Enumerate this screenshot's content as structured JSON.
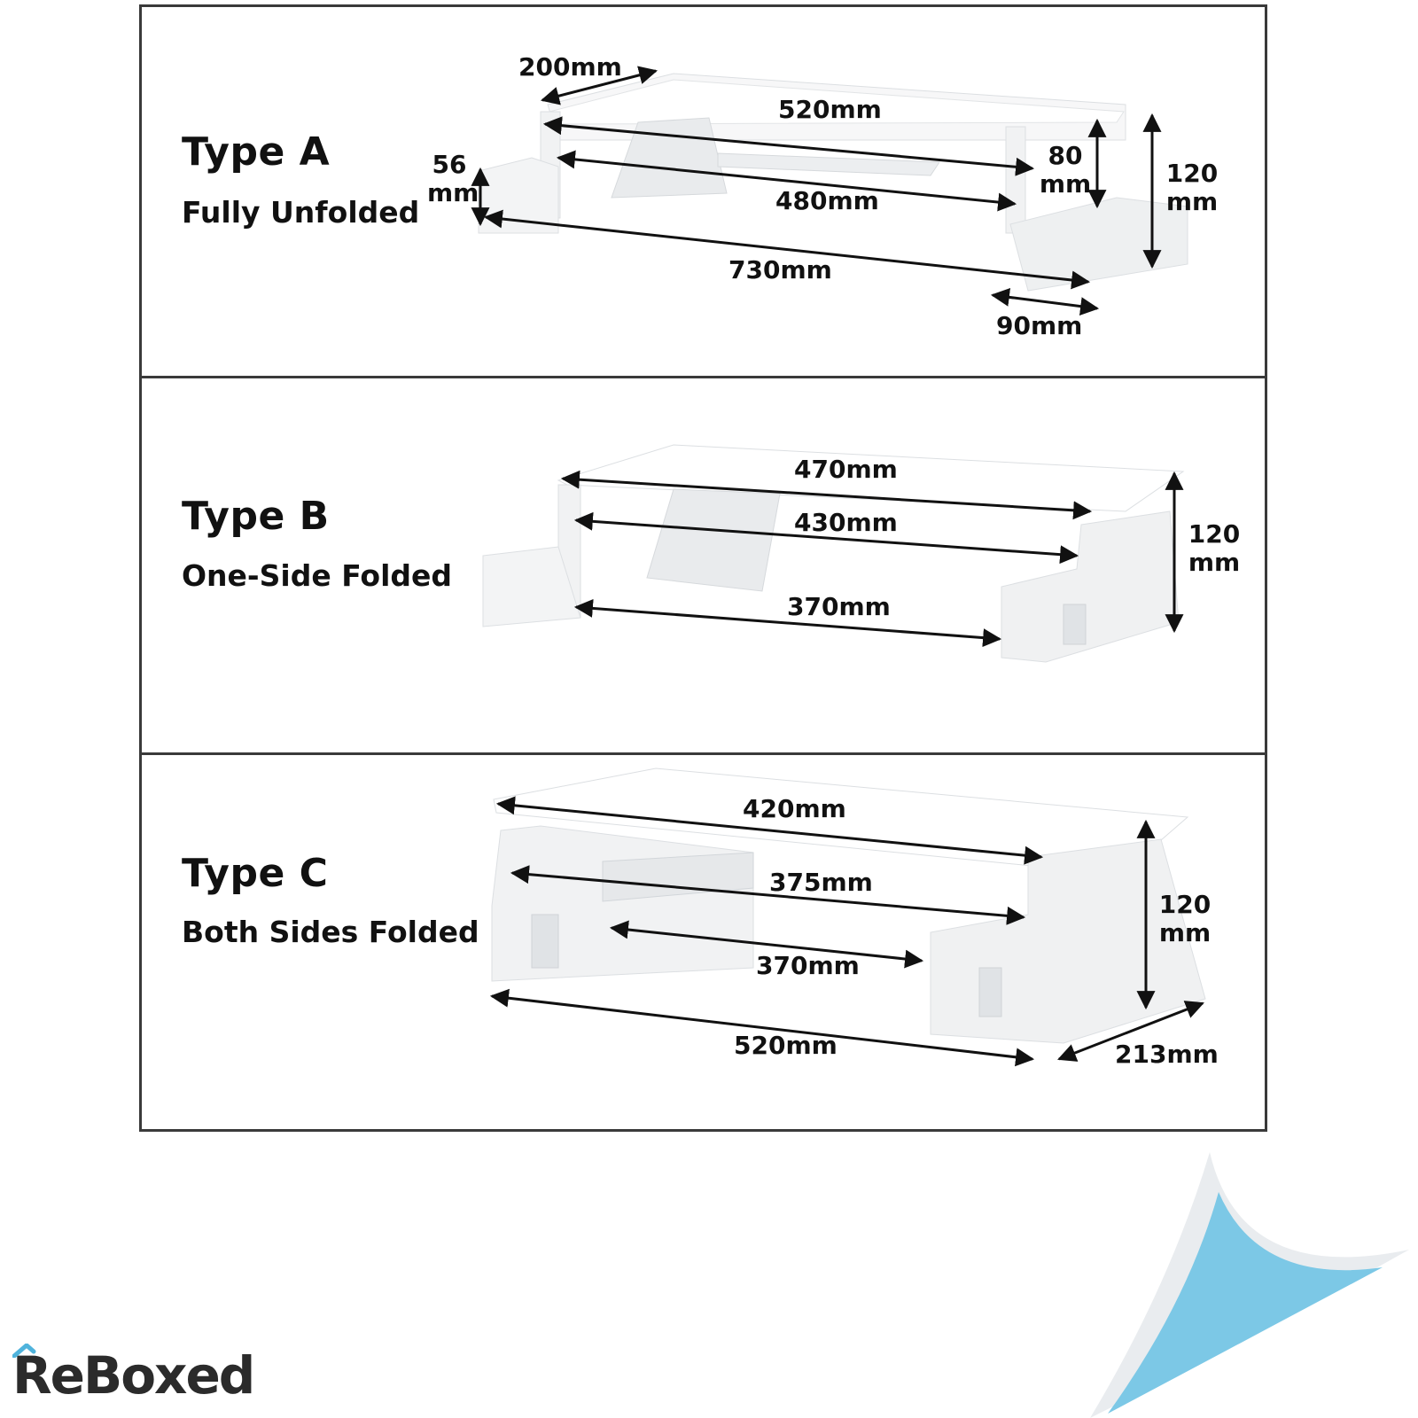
{
  "panels": {
    "a": {
      "title": "Type A",
      "subtitle": "Fully Unfolded",
      "dims": {
        "d200": "200mm",
        "d520": "520mm",
        "d480": "480mm",
        "d730": "730mm",
        "d90": "90mm",
        "d56_num": "56",
        "d56_unit": "mm",
        "d80_num": "80",
        "d80_unit": "mm",
        "d120_num": "120",
        "d120_unit": "mm"
      }
    },
    "b": {
      "title": "Type B",
      "subtitle": "One-Side Folded",
      "dims": {
        "d470": "470mm",
        "d430": "430mm",
        "d370": "370mm",
        "d120_num": "120",
        "d120_unit": "mm"
      }
    },
    "c": {
      "title": "Type C",
      "subtitle": "Both Sides Folded",
      "dims": {
        "d420": "420mm",
        "d375": "375mm",
        "d370": "370mm",
        "d520": "520mm",
        "d213": "213mm",
        "d120_num": "120",
        "d120_unit": "mm"
      }
    }
  },
  "logo": {
    "text": "ReBoxed"
  },
  "colors": {
    "border": "#3a3a3a",
    "product_face": "#ffffff",
    "product_shade": "#e4e6e8",
    "arrow": "#111111",
    "curl_blue": "#7cc8e6"
  }
}
